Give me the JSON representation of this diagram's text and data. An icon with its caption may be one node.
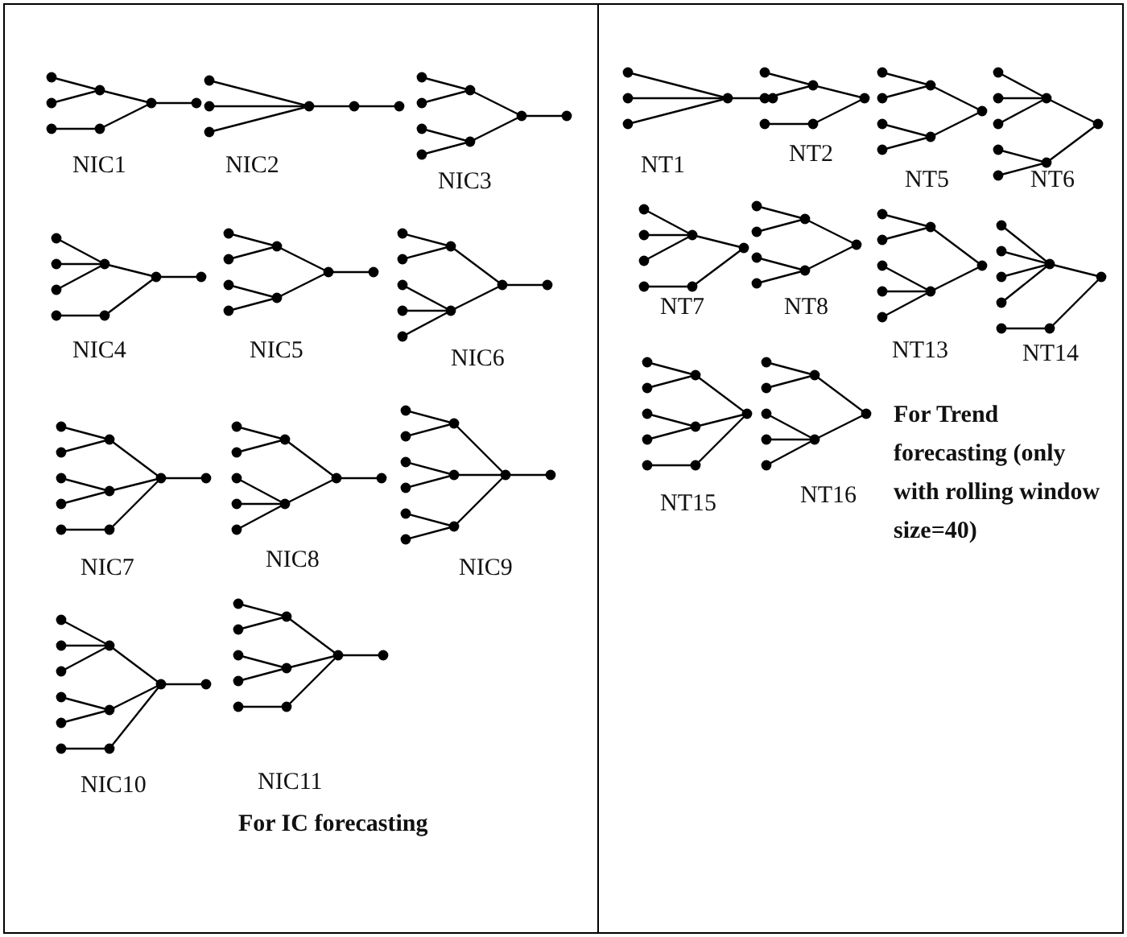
{
  "diagram": {
    "labels": [
      "NIC1",
      "NIC2",
      "NIC3",
      "NIC4",
      "NIC5",
      "NIC6",
      "NIC7",
      "NIC8",
      "NIC9",
      "NIC10",
      "NIC11",
      "For IC forecasting",
      "NT1",
      "NT2",
      "NT5",
      "NT6",
      "NT7",
      "NT8",
      "NT13",
      "NT14",
      "NT15",
      "NT16",
      "For Trend forecasting (only with rolling window size=40)"
    ]
  }
}
